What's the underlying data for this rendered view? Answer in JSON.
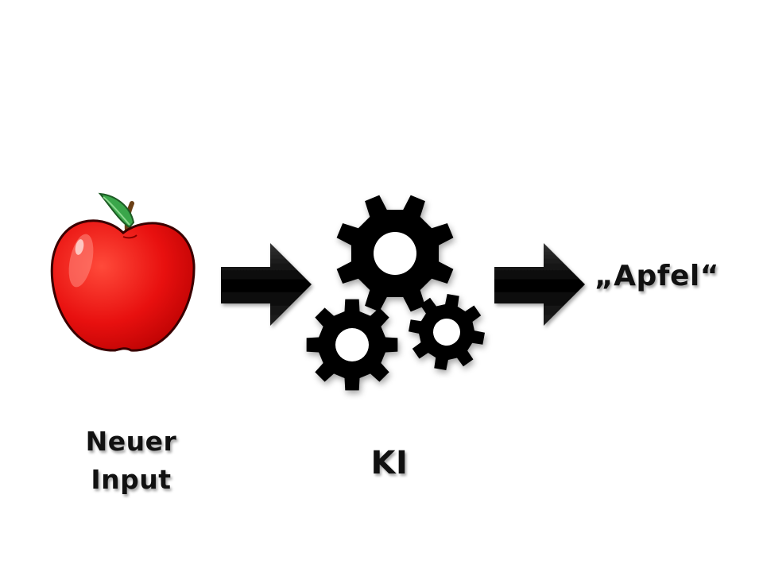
{
  "diagram": {
    "input_label_line1": "Neuer",
    "input_label_line2": "Input",
    "process_label": "KI",
    "output_label": "„Apfel“"
  },
  "icons": {
    "input": "apple-icon",
    "process": "gears-icon",
    "flow": "arrow-right-icon"
  },
  "colors": {
    "apple": "#e8100f",
    "leaf": "#3aa64a",
    "gear": "#000000",
    "text": "#111111"
  }
}
